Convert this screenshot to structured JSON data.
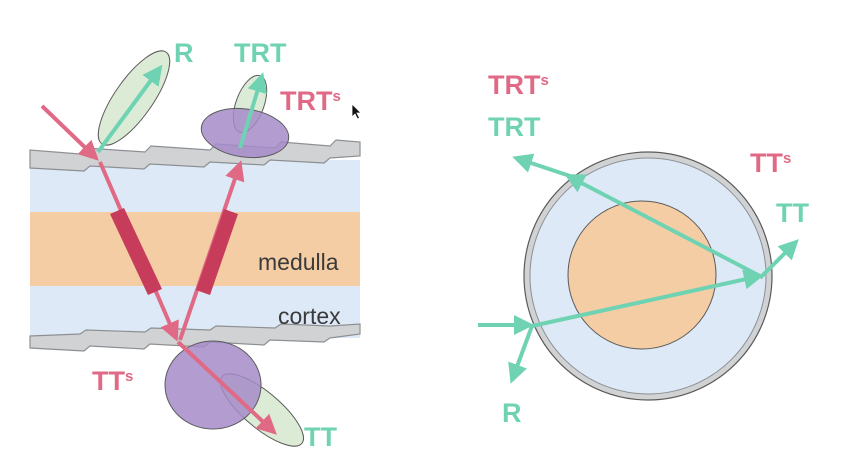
{
  "left_diagram": {
    "labels": {
      "r": "R",
      "trt": "TRT",
      "trt_s_main": "TRT",
      "trt_s_sub": "s",
      "tt_s_main": "TT",
      "tt_s_sub": "s",
      "tt": "TT"
    },
    "layers": {
      "medulla": "medulla",
      "cortex": "cortex"
    }
  },
  "right_diagram": {
    "labels": {
      "trt_s_main": "TRT",
      "trt_s_sub": "s",
      "trt": "TRT",
      "tt_s_main": "TT",
      "tt_s_sub": "s",
      "tt": "TT",
      "r": "R"
    }
  },
  "colors": {
    "cuticle": "#d0d2d4",
    "cortex": "#dde9f6",
    "medulla": "#f5cda5",
    "pink": "#e06a86",
    "green": "#6fd3b3",
    "lobe_green": "#dcebd6",
    "lobe_purple": "#a58bc8"
  },
  "cursor": "pointer-cursor-icon"
}
